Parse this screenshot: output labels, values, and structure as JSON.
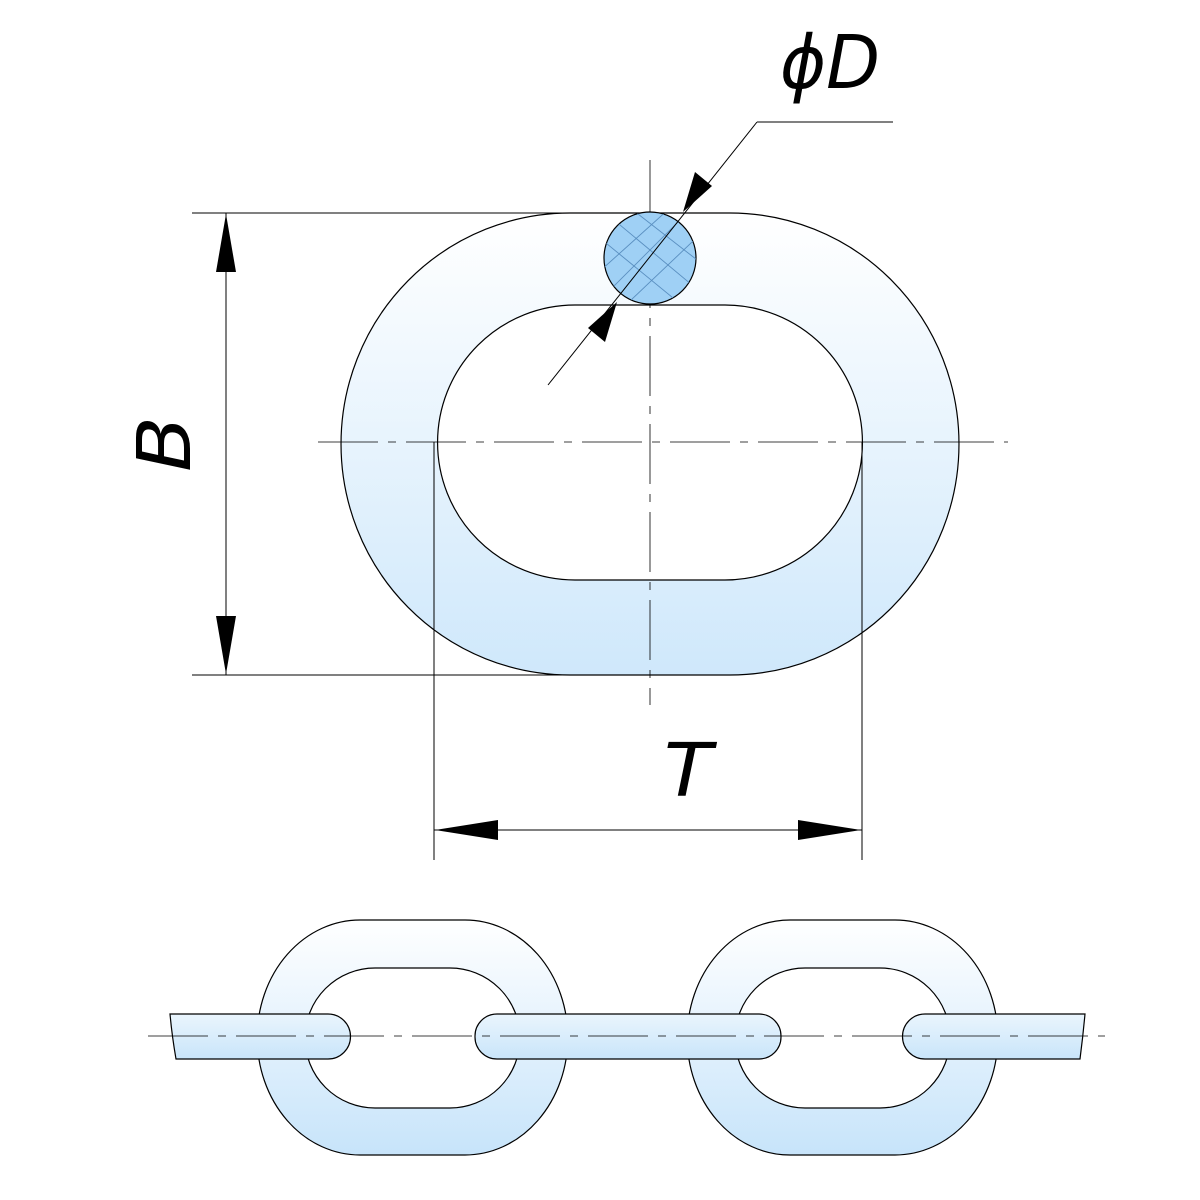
{
  "drawing": {
    "label_diameter": "ϕD",
    "label_width": "B",
    "label_pitch": "T"
  },
  "colors": {
    "stroke": "#000000",
    "fill_light": "#ffffff",
    "fill_blue": "#cfe8fb",
    "section_fill": "#9fd0f5",
    "section_hatch": "#5a8fc0"
  }
}
